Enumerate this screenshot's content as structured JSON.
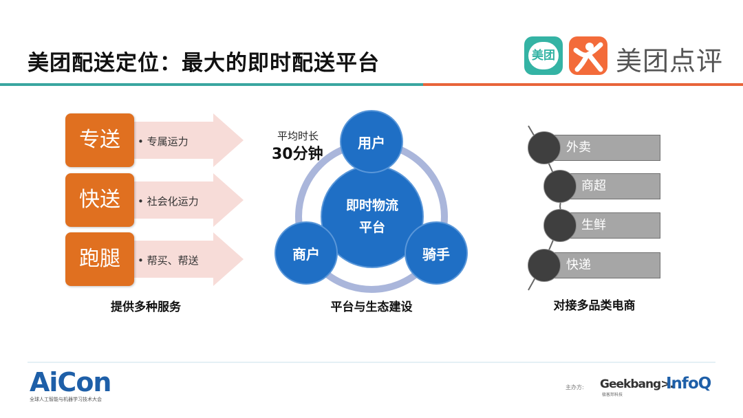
{
  "title": "美团配送定位：最大的即时配送平台",
  "brand": {
    "meituan_icon_text": "美团",
    "name": "美团点评",
    "teal": "#3aa6a0",
    "orange": "#e8643a"
  },
  "services": {
    "caption": "提供多种服务",
    "items": [
      {
        "name": "专送",
        "desc": "专属运力"
      },
      {
        "name": "快送",
        "desc": "社会化运力"
      },
      {
        "name": "跑腿",
        "desc": "帮买、帮送"
      }
    ],
    "box_color": "#e07020"
  },
  "platform": {
    "caption": "平台与生态建设",
    "center": [
      "即时物流",
      "平台"
    ],
    "nodes": [
      "用户",
      "商户",
      "骑手"
    ],
    "avg_label": "平均时长",
    "avg_value": "30分钟",
    "color": "#1f6fc5"
  },
  "ecommerce": {
    "caption": "对接多品类电商",
    "items": [
      "外卖",
      "商超",
      "生鲜",
      "快递"
    ]
  },
  "footer": {
    "aicon": "AiCon",
    "aicon_subtitle": "全球人工智能与机器学习技术大会",
    "organizer_label": "主办方:",
    "geekbang": "Geekbang>.",
    "geekbang_sub": "极客邦科技",
    "infoq": "InfoQ"
  }
}
